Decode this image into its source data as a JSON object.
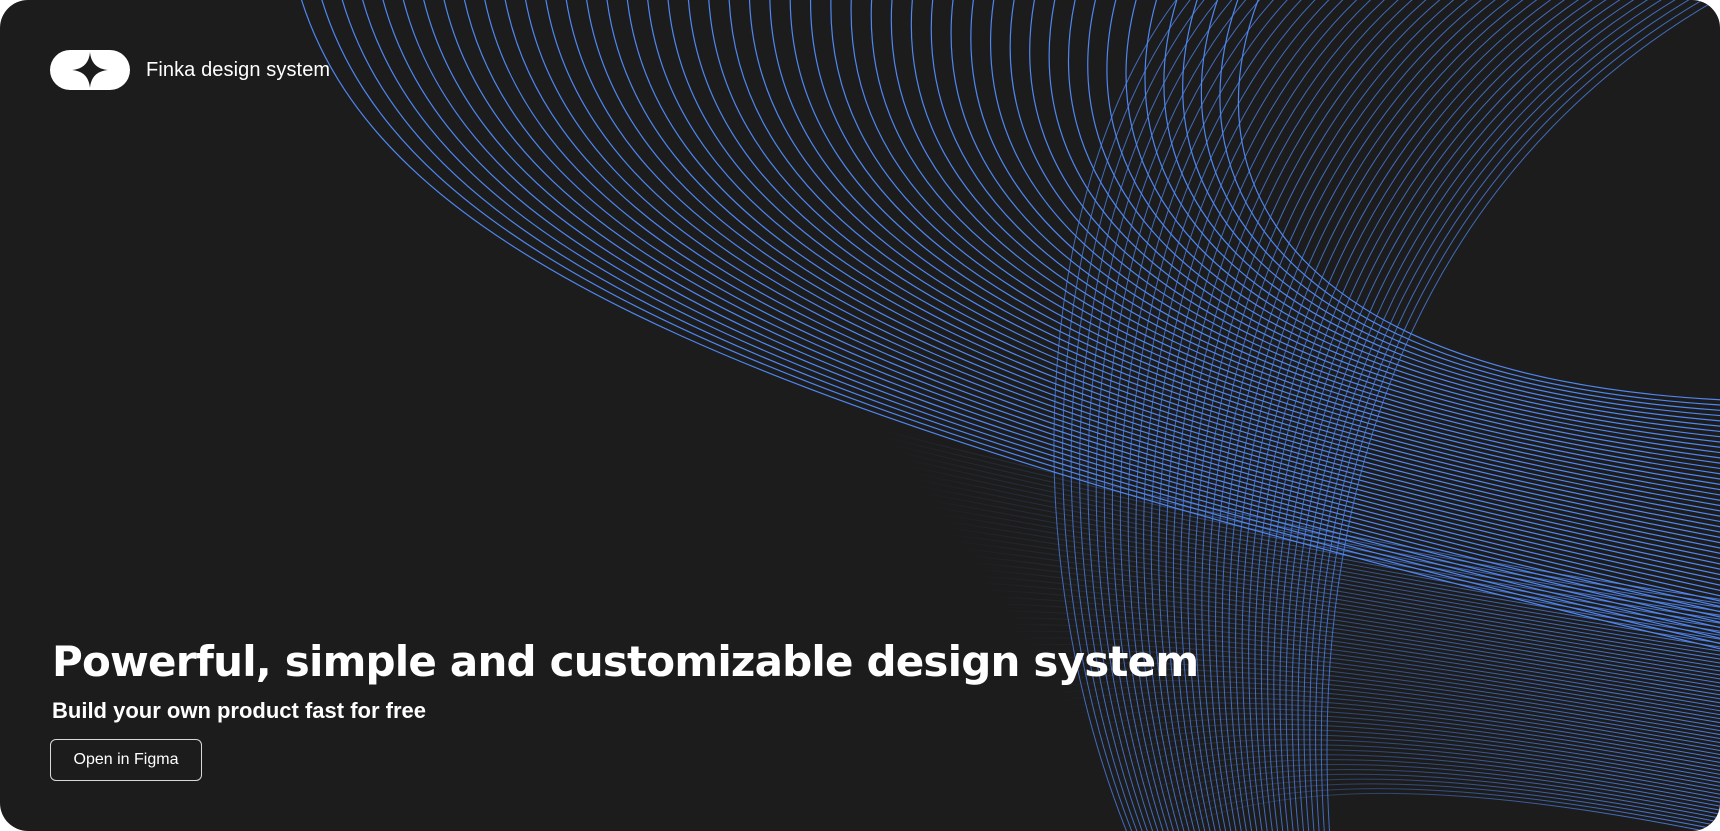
{
  "brand": {
    "logo_icon": "sparkle-star-icon",
    "name": "Finka design system"
  },
  "hero": {
    "headline": "Powerful, simple and customizable design system",
    "subheadline": "Build your own product fast for free",
    "cta_label": "Open in Figma"
  },
  "theme": {
    "background": "#1c1c1c",
    "wave_color": "#4f86f0",
    "text_color": "#ffffff"
  }
}
